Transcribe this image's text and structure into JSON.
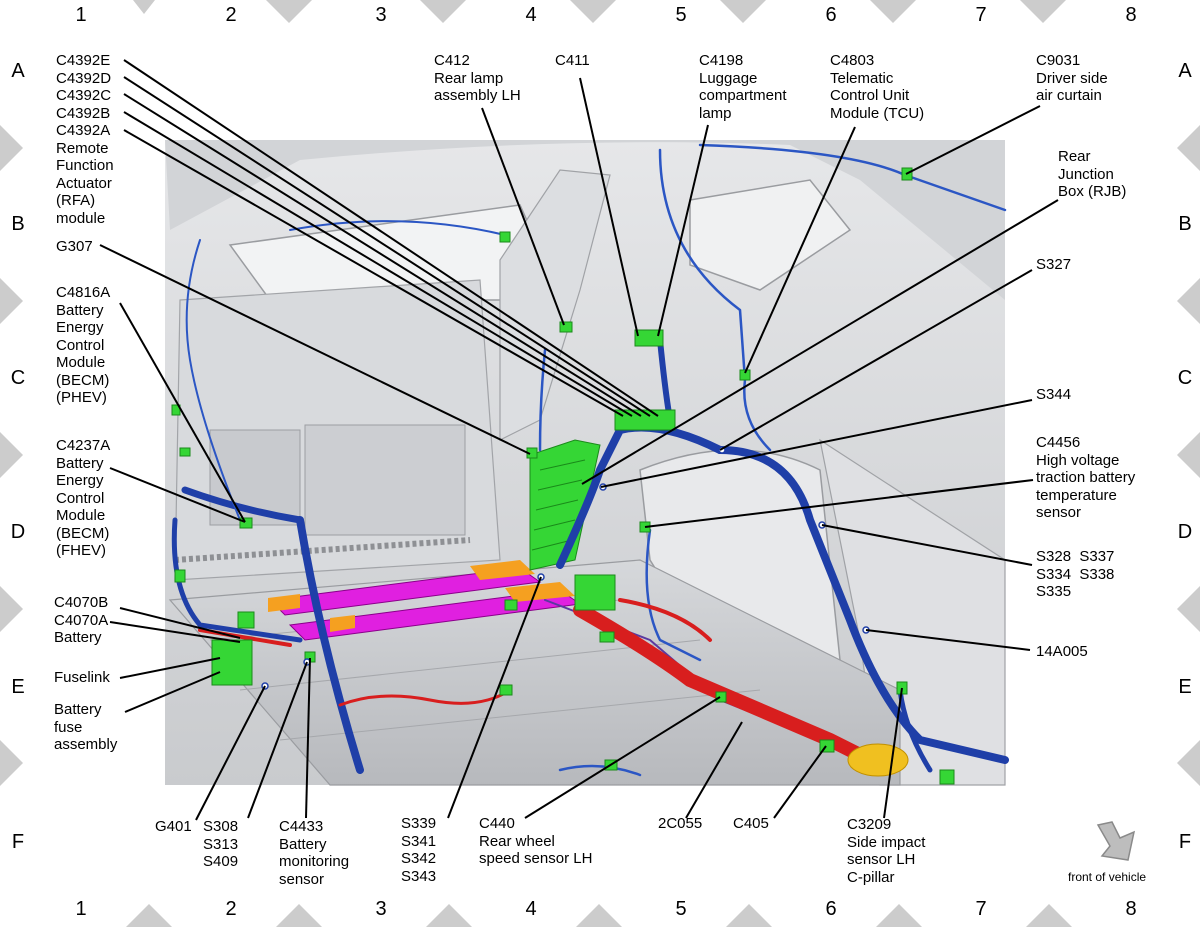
{
  "grid": {
    "columns": [
      "1",
      "2",
      "3",
      "4",
      "5",
      "6",
      "7",
      "8"
    ],
    "rows": [
      "A",
      "B",
      "C",
      "D",
      "E",
      "F"
    ]
  },
  "callouts": [
    {
      "id": "c4392",
      "text": "C4392E\nC4392D\nC4392C\nC4392B\nC4392A\nRemote\nFunction\nActuator\n(RFA)\nmodule"
    },
    {
      "id": "c412",
      "text": "C412\nRear lamp\nassembly LH"
    },
    {
      "id": "c411",
      "text": "C411"
    },
    {
      "id": "c4198",
      "text": "C4198\nLuggage\ncompartment\nlamp"
    },
    {
      "id": "c4803",
      "text": "C4803\nTelematic\nControl Unit\nModule (TCU)"
    },
    {
      "id": "c9031",
      "text": "C9031\nDriver side\nair curtain"
    },
    {
      "id": "rjb",
      "text": "Rear\nJunction\nBox (RJB)"
    },
    {
      "id": "g307",
      "text": "G307"
    },
    {
      "id": "s327",
      "text": "S327"
    },
    {
      "id": "c4816a",
      "text": "C4816A\nBattery\nEnergy\nControl\nModule\n(BECM)\n(PHEV)"
    },
    {
      "id": "s344",
      "text": "S344"
    },
    {
      "id": "c4237a",
      "text": "C4237A\nBattery\nEnergy\nControl\nModule\n(BECM)\n(FHEV)"
    },
    {
      "id": "c4456",
      "text": "C4456\nHigh voltage\ntraction battery\ntemperature\nsensor"
    },
    {
      "id": "s328",
      "text": "S328  S337\nS334  S338\nS335"
    },
    {
      "id": "c4070",
      "text": "C4070B\nC4070A\nBattery"
    },
    {
      "id": "a14a005",
      "text": "14A005"
    },
    {
      "id": "fuselink",
      "text": "Fuselink"
    },
    {
      "id": "fuseasm",
      "text": "Battery\nfuse\nassembly"
    },
    {
      "id": "g401",
      "text": "G401"
    },
    {
      "id": "s308",
      "text": "S308\nS313\nS409"
    },
    {
      "id": "c4433",
      "text": "C4433\nBattery\nmonitoring\nsensor"
    },
    {
      "id": "s339",
      "text": "S339\nS341\nS342\nS343"
    },
    {
      "id": "c440",
      "text": "C440\nRear wheel\nspeed sensor LH"
    },
    {
      "id": "c2c055",
      "text": "2C055"
    },
    {
      "id": "c405",
      "text": "C405"
    },
    {
      "id": "c3209",
      "text": "C3209\nSide impact\nsensor LH\nC-pillar"
    }
  ],
  "orientation_label": "front of vehicle",
  "colors": {
    "harness_blue": "#1f3fa8",
    "connector_green": "#35d635",
    "module_magenta": "#e020e0",
    "module_orange": "#f5a020",
    "hv_cable_red": "#d81e1e",
    "hv_connector_yellow": "#f0c020",
    "border_diamond_gray": "#cccccc"
  }
}
